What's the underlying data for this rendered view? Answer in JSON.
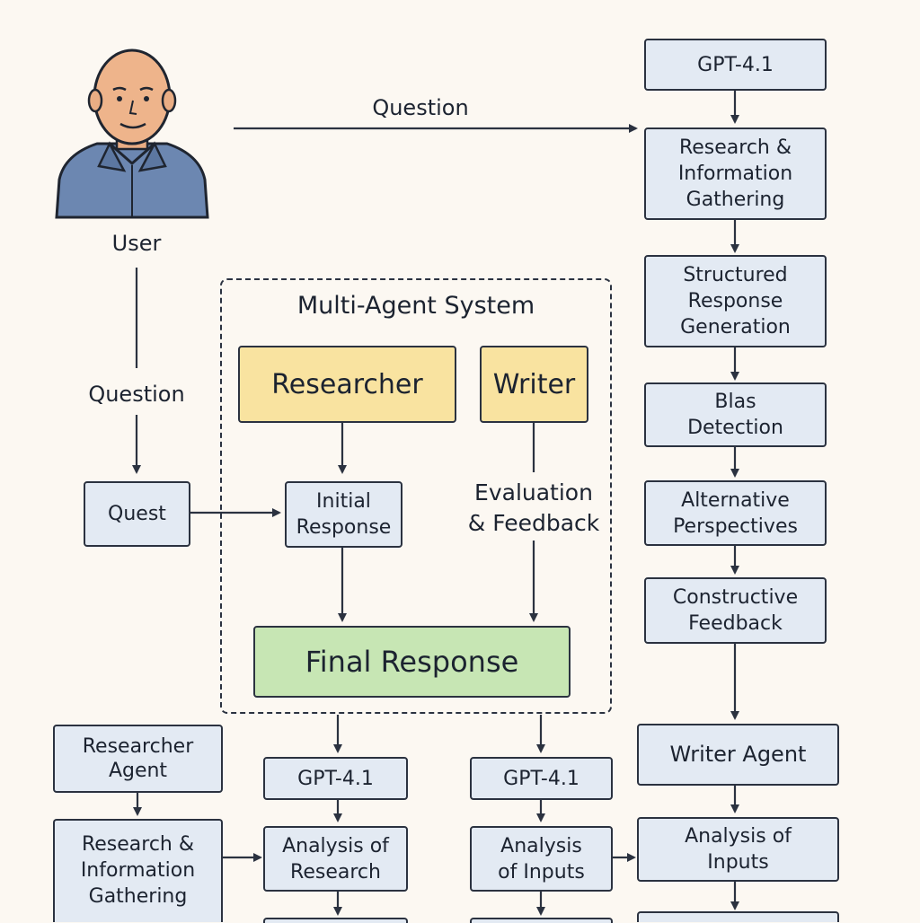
{
  "user": {
    "label": "User"
  },
  "top_flow": {
    "question_label": "Question",
    "gpt": "GPT-4.1",
    "research": "Research &\nInformation\nGathering",
    "structured": "Structured\nResponse\nGeneration",
    "bias": "Blas\nDetection",
    "alternative": "Alternative\nPerspectives",
    "constructive": "Constructive\nFeedback",
    "writer_agent": "Writer Agent",
    "analysis_inputs": "Analysis of\nInputs"
  },
  "left_flow": {
    "question_label": "Question",
    "quest": "Quest"
  },
  "system": {
    "title": "Multi-Agent System",
    "researcher": "Researcher",
    "writer": "Writer",
    "initial_response": "Initial\nResponse",
    "evaluation": "Evaluation\n& Feedback",
    "final_response": "Final Response"
  },
  "bottom": {
    "researcher_agent": "Researcher\nAgent",
    "research_info": "Research &\nInformation\nGathering",
    "gpt_a": "GPT-4.1",
    "analysis_research": "Analysis of\nResearch",
    "gpt_b": "GPT-4.1",
    "analysis_inputs": "Analysis\nof Inputs"
  },
  "colors": {
    "background": "#fcf8f2",
    "box": "#e3eaf3",
    "yellow": "#f9e3a0",
    "green": "#c7e6b4",
    "stroke": "#2b3240"
  }
}
